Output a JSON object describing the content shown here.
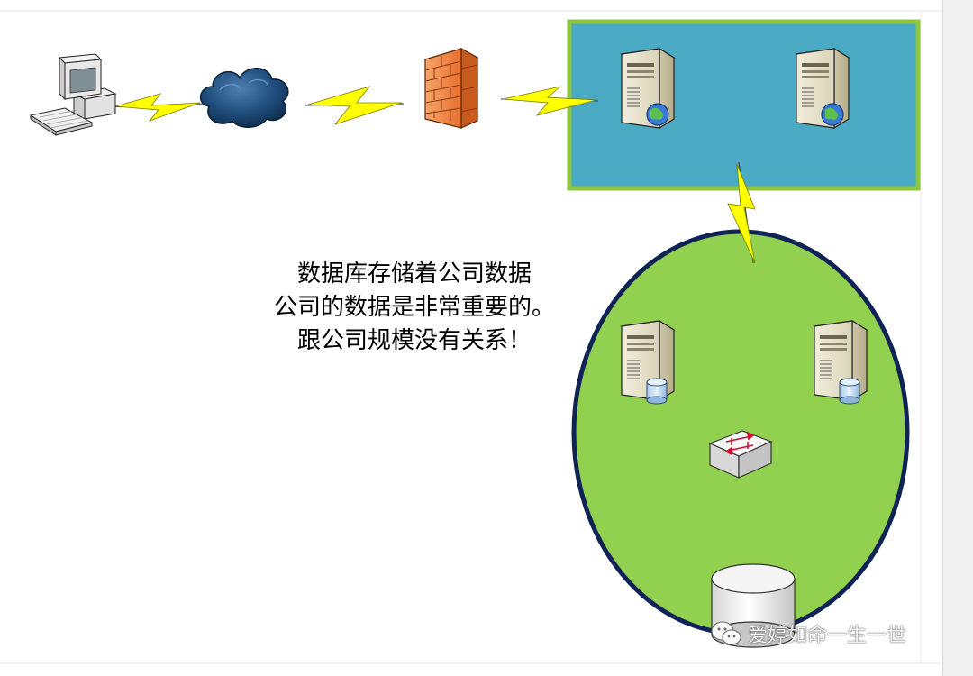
{
  "caption": {
    "line1": "数据库存储着公司数据",
    "line2": "公司的数据是非常重要的。",
    "line3": "跟公司规模没有关系！"
  },
  "watermark": {
    "text": "爱婷如命一生一世",
    "icon": "wechat-icon"
  },
  "icons": {
    "client": "desktop-computer-icon",
    "internet": "cloud-icon",
    "firewall": "firewall-icon",
    "web_server": "web-server-icon",
    "db_server": "database-server-icon",
    "switch": "network-switch-icon",
    "storage": "storage-cylinder-icon",
    "link": "lightning-link-icon"
  },
  "colors": {
    "dmz_fill": "#4aaac4",
    "dmz_border": "#8dc63f",
    "lan_fill": "#92d050",
    "lan_border": "#0f2356",
    "lightning": "#ffff00",
    "firewall": "#f07a35"
  }
}
